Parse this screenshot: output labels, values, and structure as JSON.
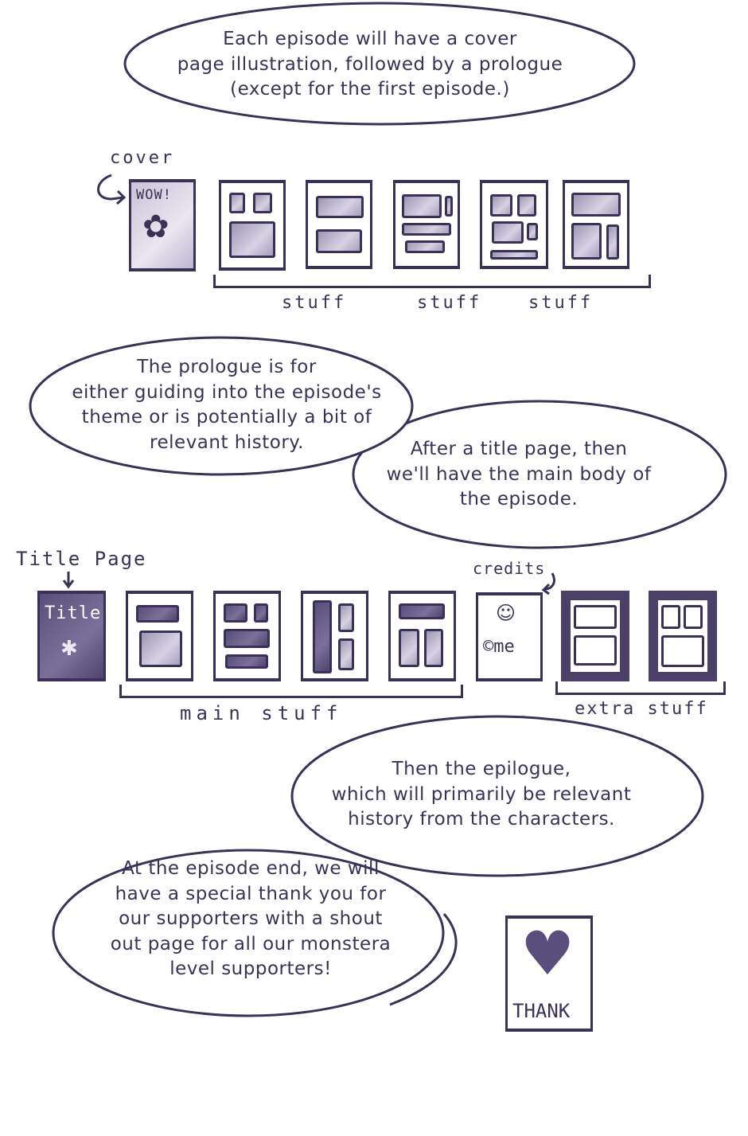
{
  "colors": {
    "ink": "#3b3156",
    "fill_dark": "#5a4f7c",
    "fill_light": "#d6d2e2"
  },
  "bubble_1": {
    "lines": [
      "Each episode will have a cover",
      "page illustration, followed by a prologue",
      "(except for the first episode.)"
    ]
  },
  "cover_row": {
    "cover_label": "cover",
    "cover_text": "WOW!",
    "labels": [
      "stuff",
      "stuff",
      "stuff"
    ]
  },
  "bubble_2": {
    "lines": [
      "The prologue is for",
      "either guiding into the episode's",
      "theme or is potentially a bit of",
      "relevant history."
    ]
  },
  "bubble_3": {
    "lines": [
      "After a title page, then",
      "we'll have the main body of",
      "the episode."
    ]
  },
  "body_row": {
    "title_page_label": "Title Page",
    "title_text": "Title",
    "credits_label": "credits",
    "credits_text": "©me",
    "main_label": "main stuff",
    "extra_label": "extra stuff"
  },
  "bubble_4": {
    "lines": [
      "Then the epilogue,",
      "which will primarily be relevant",
      "history from the characters."
    ]
  },
  "bubble_5": {
    "lines": [
      "At the episode end, we will",
      "have a special thank you for",
      "our supporters with a  shout",
      "out page for all our monstera",
      "level supporters!"
    ]
  },
  "thank_card": {
    "text": "THANK"
  }
}
